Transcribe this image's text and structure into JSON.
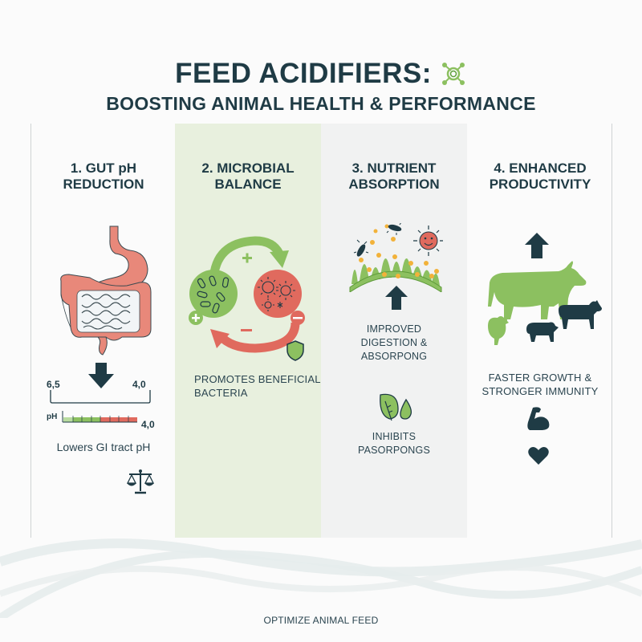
{
  "header": {
    "title": "FEED ACIDIFIERS:",
    "subtitle": "BOOSTING ANIMAL HEALTH & PERFORMANCE",
    "title_icon": "molecule-icon"
  },
  "colors": {
    "dark_teal": "#1f3b45",
    "green": "#8cc060",
    "red": "#e06a5e",
    "panel_green_bg": "#e8f0de",
    "panel_gray_bg": "#f1f2f2",
    "gut_pink": "#e8887a"
  },
  "columns": [
    {
      "title_line1": "1. GUT pH",
      "title_line2": "REDUCTION",
      "illustration": "digestive-tract-icon",
      "arrow": "arrow-down-icon",
      "ph_scale": {
        "start_label": "6,5",
        "end_label": "4,0",
        "axis_label": "pH",
        "axis_end_label": "4,0",
        "green_segments": 4,
        "red_segments": 4
      },
      "caption": "Lowers GI tract pH",
      "bottom_icon": "balance-scale-icon"
    },
    {
      "title_line1": "2. MICROBIAL",
      "title_line2": "BALANCE",
      "illustration": "microbial-cycle-icon",
      "plus_sign": "+",
      "minus_sign": "−",
      "caption_line1": "PROMOTES BENEFICIAL",
      "caption_line2": "BACTERIA",
      "badge_icon": "shield-icon"
    },
    {
      "title_line1": "3. NUTRIENT",
      "title_line2": "ABSORPTION",
      "illustration": "intestinal-villi-icon",
      "arrow": "arrow-up-icon",
      "caption_line1": "IMPROVED",
      "caption_line2": "DIGESTION &",
      "caption_line3": "ABSORPONG",
      "secondary_icon": "leaf-drop-icon",
      "secondary_line1": "INHIBITS",
      "secondary_line2": "PASORPONGS"
    },
    {
      "title_line1": "4. ENHANCED",
      "title_line2": "PRODUCTIVITY",
      "arrow": "arrow-up-icon",
      "illustration": "livestock-group-icon",
      "caption_line1": "FASTER GROWTH &",
      "caption_line2": "STRONGER IMMUNITY",
      "icon_1": "flexed-bicep-icon",
      "icon_2": "heart-icon"
    }
  ],
  "footer": {
    "text": "OPTIMIZE ANIMAL FEED"
  }
}
